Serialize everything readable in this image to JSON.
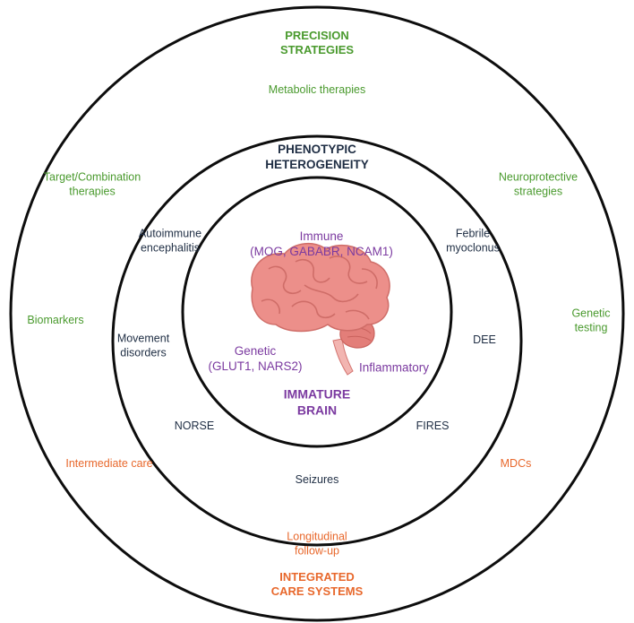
{
  "colors": {
    "green": "#4a9a2e",
    "orange": "#e8682c",
    "navy": "#1f2e44",
    "purple": "#7b3aa0",
    "brain": "#e98a86"
  },
  "outer_ring": {
    "title_top": "PRECISION\nSTRATEGIES",
    "title_bottom": "INTEGRATED\nCARE SYSTEMS",
    "items": {
      "metabolic": "Metabolic therapies",
      "neuroprotective": "Neuroprotective\nstrategies",
      "genetic_testing": "Genetic testing",
      "mdcs": "MDCs",
      "longitudinal": "Longitudinal\nfollow-up",
      "intermediate": "Intermediate care",
      "biomarkers": "Biomarkers",
      "target_combination": "Target/Combination\ntherapies"
    }
  },
  "middle_ring": {
    "title": "PHENOTYPIC\nHETEROGENEITY",
    "items": {
      "autoimmune": "Autoimmune\nencephalitis",
      "febrile": "Febrile\nmyoclonus",
      "movement": "Movement\ndisorders",
      "dee": "DEE",
      "norse": "NORSE",
      "fires": "FIRES",
      "seizures": "Seizures"
    }
  },
  "inner_circle": {
    "title": "IMMATURE\nBRAIN",
    "immune": "Immune\n(MOG, GABABR, NCAM1)",
    "genetic": "Genetic\n(GLUT1, NARS2)",
    "inflammatory": "Inflammatory",
    "brain_icon": "brain-icon"
  }
}
